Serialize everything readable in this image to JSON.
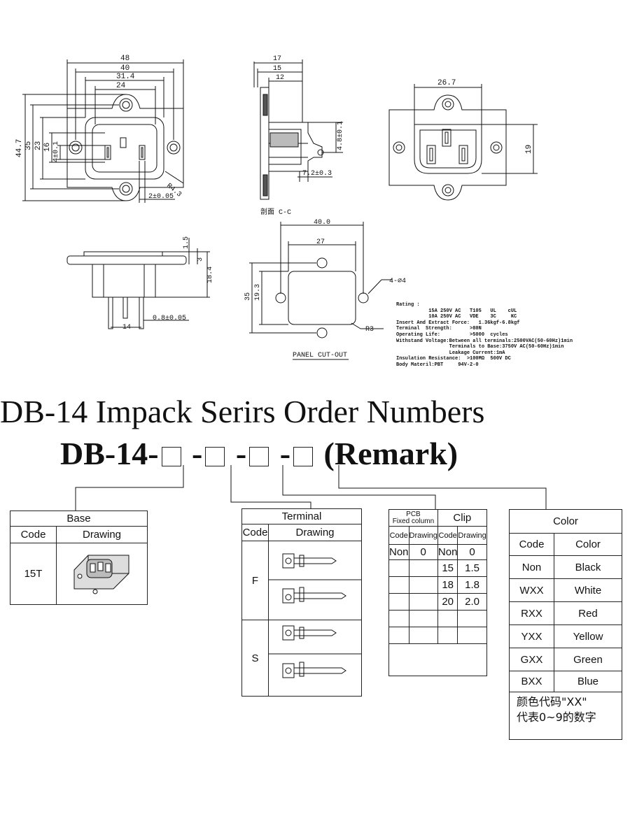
{
  "drawing": {
    "front_dims": {
      "w48": "48",
      "w40": "40",
      "w31": "31.4",
      "w24": "24",
      "h44": "44.7",
      "h35": "35",
      "h23": "23",
      "h16": "16",
      "h4": "4±0.1",
      "r4": "R4.3",
      "d2": "2±0.05"
    },
    "side_dims": {
      "d17": "17",
      "d15": "15",
      "d12": "12",
      "d48": "4.8±0.1",
      "d72": "7.2±0.3",
      "section": "剖面 C-C"
    },
    "right_dims": {
      "w267": "26.7",
      "h19": "19"
    },
    "bottom_dims": {
      "d15": "1.5",
      "d3": "3",
      "d184": "18.4",
      "d14": "14",
      "d08": "0.8±0.05"
    },
    "panel_dims": {
      "w40": "40.0",
      "w27": "27",
      "h35": "35",
      "h193": "19.3",
      "holes": "4-∅4",
      "r3": "R3",
      "label": "PANEL CUT-OUT"
    },
    "spec_lines": [
      "Rating :",
      "           15A 250V AC   T105   UL    cUL",
      "           10A 250V AC   VDE    3C     KC",
      "Insert And Extract Force:   1.36kgf-6.8kgf",
      "Terminal  Strength:      >80N",
      "Operating Life:          >5000  cycles",
      "Withstand Voltage:Between all terminals:2500VAC(50-60Hz)1min",
      "                  Terminals to Base:3750V AC(50-60Hz)1min",
      "                  Leakage Current:1mA",
      "Insulation Resistance:  >100MΩ  500V DC",
      "Body Materil:PBT     94V-2-0"
    ]
  },
  "title": "DB-14 Impack Serirs Order Numbers",
  "order": {
    "prefix": "DB-14-",
    "sep": "-",
    "remark": "(Remark)"
  },
  "base": {
    "title": "Base",
    "col_code": "Code",
    "col_drawing": "Drawing",
    "code": "15T"
  },
  "terminal": {
    "title": "Terminal",
    "col_code": "Code",
    "col_drawing": "Drawing",
    "codes": [
      "F",
      "S"
    ]
  },
  "pcb": {
    "title1": "PCB",
    "title2": "Fixed column",
    "col_code": "Code",
    "col_drawing": "Drawing",
    "code": "Non",
    "drawing": "0"
  },
  "clip": {
    "title": "Clip",
    "col_code": "Code",
    "col_drawing": "Drawing",
    "rows": [
      [
        "Non",
        "0"
      ],
      [
        "15",
        "1.5"
      ],
      [
        "18",
        "1.8"
      ],
      [
        "20",
        "2.0"
      ]
    ]
  },
  "color": {
    "title": "Color",
    "col_code": "Code",
    "col_color": "Color",
    "rows": [
      [
        "Non",
        "Black"
      ],
      [
        "WXX",
        "White"
      ],
      [
        "RXX",
        "Red"
      ],
      [
        "YXX",
        "Yellow"
      ],
      [
        "GXX",
        "Green"
      ],
      [
        "BXX",
        "Blue"
      ]
    ],
    "note1": "颜色代码\"XX\"",
    "note2": "代表0~9的数字"
  }
}
